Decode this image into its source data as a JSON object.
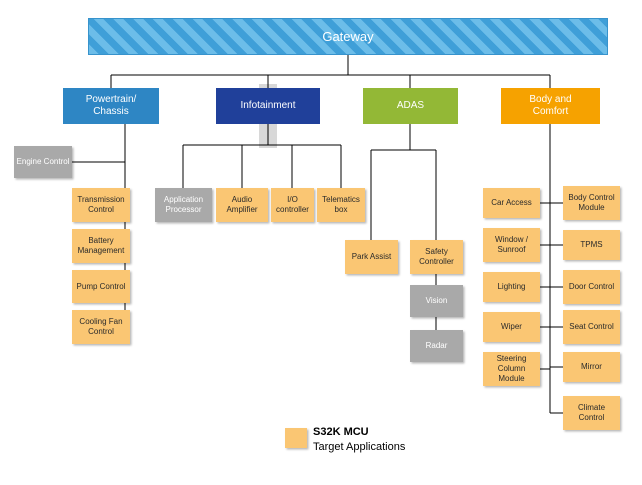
{
  "colors": {
    "gateway_fill": "#3f9fd8",
    "gateway_stripe": "#6cbde9",
    "powertrain_fill": "#2e86c4",
    "infotainment_fill": "#20409a",
    "adas_fill": "#93b836",
    "body_comfort_fill": "#f6a200",
    "mcu_node_fill": "#fac673",
    "other_node_fill": "#a9a9a9",
    "connector": "#000000"
  },
  "gateway": {
    "label": "Gateway"
  },
  "branches": {
    "powertrain": {
      "label": "Powertrain/ Chassis"
    },
    "infotainment": {
      "label": "Infotainment"
    },
    "adas": {
      "label": "ADAS"
    },
    "body": {
      "label": "Body and Comfort"
    }
  },
  "nodes": {
    "engine_control": {
      "label": "Engine Control",
      "type": "other"
    },
    "transmission_control": {
      "label": "Transmission Control",
      "type": "mcu"
    },
    "battery_management": {
      "label": "Battery Management",
      "type": "mcu"
    },
    "pump_control": {
      "label": "Pump Control",
      "type": "mcu"
    },
    "cooling_fan_control": {
      "label": "Cooling Fan Control",
      "type": "mcu"
    },
    "application_processor": {
      "label": "Application Processor",
      "type": "other"
    },
    "audio_amplifier": {
      "label": "Audio Amplifier",
      "type": "mcu"
    },
    "io_controller": {
      "label": "I/O controller",
      "type": "mcu"
    },
    "telematics_box": {
      "label": "Telematics box",
      "type": "mcu"
    },
    "park_assist": {
      "label": "Park Assist",
      "type": "mcu"
    },
    "safety_controller": {
      "label": "Safety Controller",
      "type": "mcu"
    },
    "vision": {
      "label": "Vision",
      "type": "other"
    },
    "radar": {
      "label": "Radar",
      "type": "other"
    },
    "car_access": {
      "label": "Car Access",
      "type": "mcu"
    },
    "window_sunroof": {
      "label": "Window / Sunroof",
      "type": "mcu"
    },
    "lighting": {
      "label": "Lighting",
      "type": "mcu"
    },
    "wiper": {
      "label": "Wiper",
      "type": "mcu"
    },
    "steering_column_module": {
      "label": "Steering Column Module",
      "type": "mcu"
    },
    "body_control_module": {
      "label": "Body Control Module",
      "type": "mcu"
    },
    "tpms": {
      "label": "TPMS",
      "type": "mcu"
    },
    "door_control": {
      "label": "Door Control",
      "type": "mcu"
    },
    "seat_control": {
      "label": "Seat Control",
      "type": "mcu"
    },
    "mirror": {
      "label": "Mirror",
      "type": "mcu"
    },
    "climate_control": {
      "label": "Climate Control",
      "type": "mcu"
    }
  },
  "legend": {
    "title": "S32K MCU",
    "subtitle": "Target Applications"
  }
}
